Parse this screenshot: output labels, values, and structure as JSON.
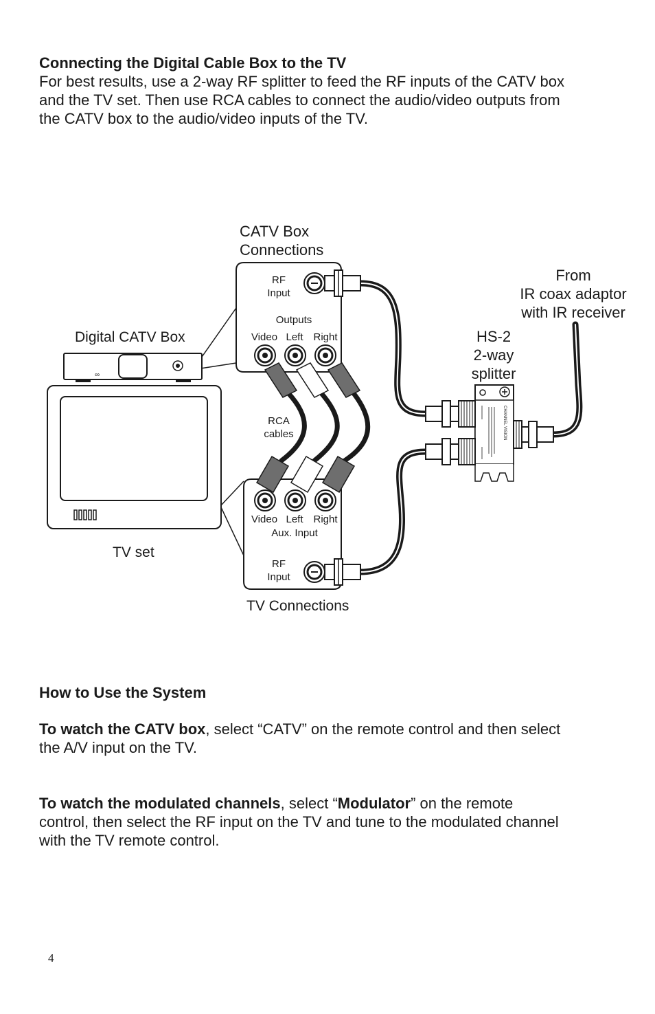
{
  "section1": {
    "heading": "Connecting the Digital Cable Box to the TV",
    "lines": [
      "For best results, use a 2-way RF splitter to feed the RF inputs of the CATV box",
      "and the TV set.  Then use RCA cables to connect the audio/video outputs from",
      "the CATV box to the audio/video inputs of the TV."
    ]
  },
  "diagram": {
    "catv_box_title": [
      "CATV Box",
      "Connections"
    ],
    "digital_catv_box": "Digital CATV Box",
    "tv_set": "TV set",
    "tv_connections": "TV Connections",
    "rf_input": [
      "RF",
      "Input"
    ],
    "outputs": "Outputs",
    "video": "Video",
    "left": "Left",
    "right": "Right",
    "rca_cables": [
      "RCA",
      "cables"
    ],
    "aux_input": "Aux. Input",
    "splitter": [
      "HS-2",
      "2-way",
      "splitter"
    ],
    "from_ir": [
      "From",
      "IR coax adaptor",
      "with IR receiver"
    ],
    "splitter_brand": "CHANNEL VISION",
    "colors": {
      "cable": "#1a1a1a",
      "gray_plug": "#6e6e6e",
      "white_plug": "#ffffff",
      "dark_plug": "#3a3a3a"
    }
  },
  "section2": {
    "heading": "How to Use the System",
    "para1": {
      "bold": "To watch the CATV box",
      "rest1": ", select “CATV” on the remote control and then select",
      "line2": "the A/V input on the TV."
    },
    "para2": {
      "bold": "To watch the modulated channels",
      "mid": ", select “",
      "bold2": "Modulator",
      "rest1": "” on the remote",
      "line2": "control,  then select the RF input on the TV and tune to the modulated channel",
      "line3": "with the TV remote control."
    }
  },
  "page_number": "4"
}
